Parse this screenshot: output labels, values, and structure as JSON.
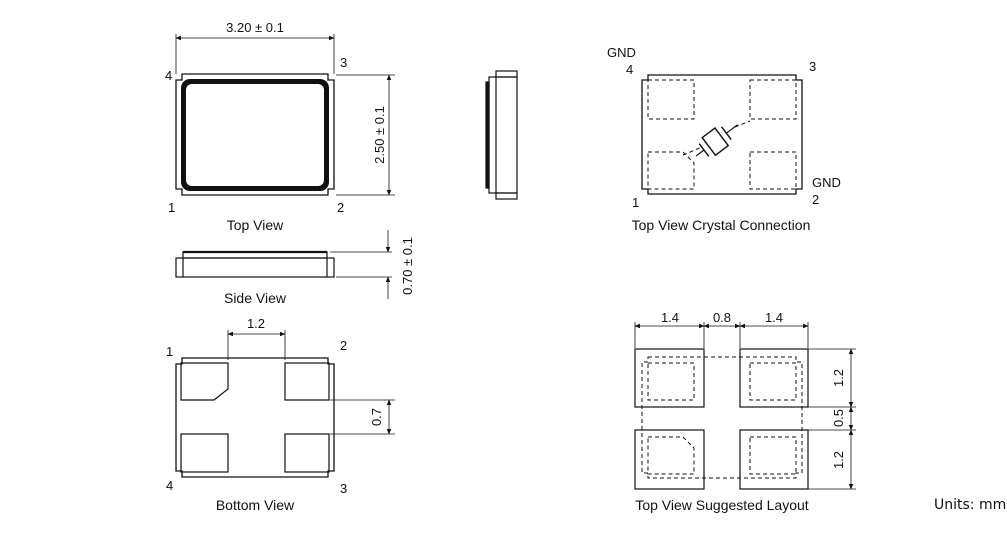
{
  "top_view": {
    "title": "Top View",
    "width_dim": "3.20 ± 0.1",
    "height_dim": "2.50 ± 0.1",
    "pins": [
      "1",
      "2",
      "3",
      "4"
    ]
  },
  "side_view": {
    "title": "Side View",
    "thickness_dim": "0.70 ± 0.1"
  },
  "bottom_view": {
    "title": "Bottom View",
    "pad_spacing_dim": "1.2",
    "pad_gap_dim": "0.7",
    "pins": [
      "1",
      "2",
      "3",
      "4"
    ]
  },
  "crystal_connection": {
    "title": "Top View Crystal Connection",
    "pins": [
      "1",
      "2",
      "3",
      "4"
    ],
    "gnd_labels": [
      "GND",
      "GND"
    ]
  },
  "suggested_layout": {
    "title": "Top View Suggested Layout",
    "h_dims": [
      "1.4",
      "0.8",
      "1.4"
    ],
    "v_dims": [
      "1.2",
      "0.5",
      "1.2"
    ]
  },
  "units": "Units: mm"
}
